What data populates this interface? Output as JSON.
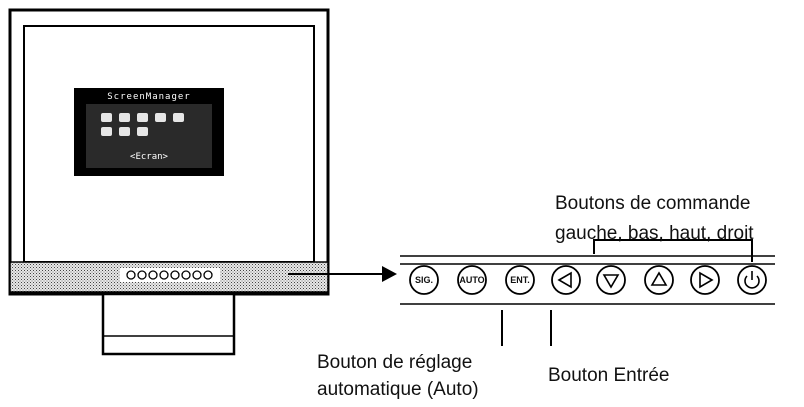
{
  "osd": {
    "title": "ScreenManager",
    "subtitle": "<Ecran>"
  },
  "panel": {
    "buttons": [
      {
        "id": "sig",
        "label": "SIG.",
        "icon": "sig-icon"
      },
      {
        "id": "auto",
        "label": "AUTO",
        "icon": "auto-icon"
      },
      {
        "id": "ent",
        "label": "ENT.",
        "icon": "enter-icon"
      },
      {
        "id": "left",
        "label": "",
        "icon": "triangle-left-icon"
      },
      {
        "id": "down",
        "label": "",
        "icon": "triangle-down-icon"
      },
      {
        "id": "up",
        "label": "",
        "icon": "triangle-up-icon"
      },
      {
        "id": "right",
        "label": "",
        "icon": "triangle-right-icon"
      },
      {
        "id": "power",
        "label": "",
        "icon": "power-icon"
      }
    ]
  },
  "callouts": {
    "control_buttons_line1": "Boutons de commande",
    "control_buttons_line2": "gauche, bas, haut, droit",
    "auto_button_line1": "Bouton de réglage",
    "auto_button_line2": "automatique (Auto)",
    "enter_button": "Bouton Entrée"
  }
}
